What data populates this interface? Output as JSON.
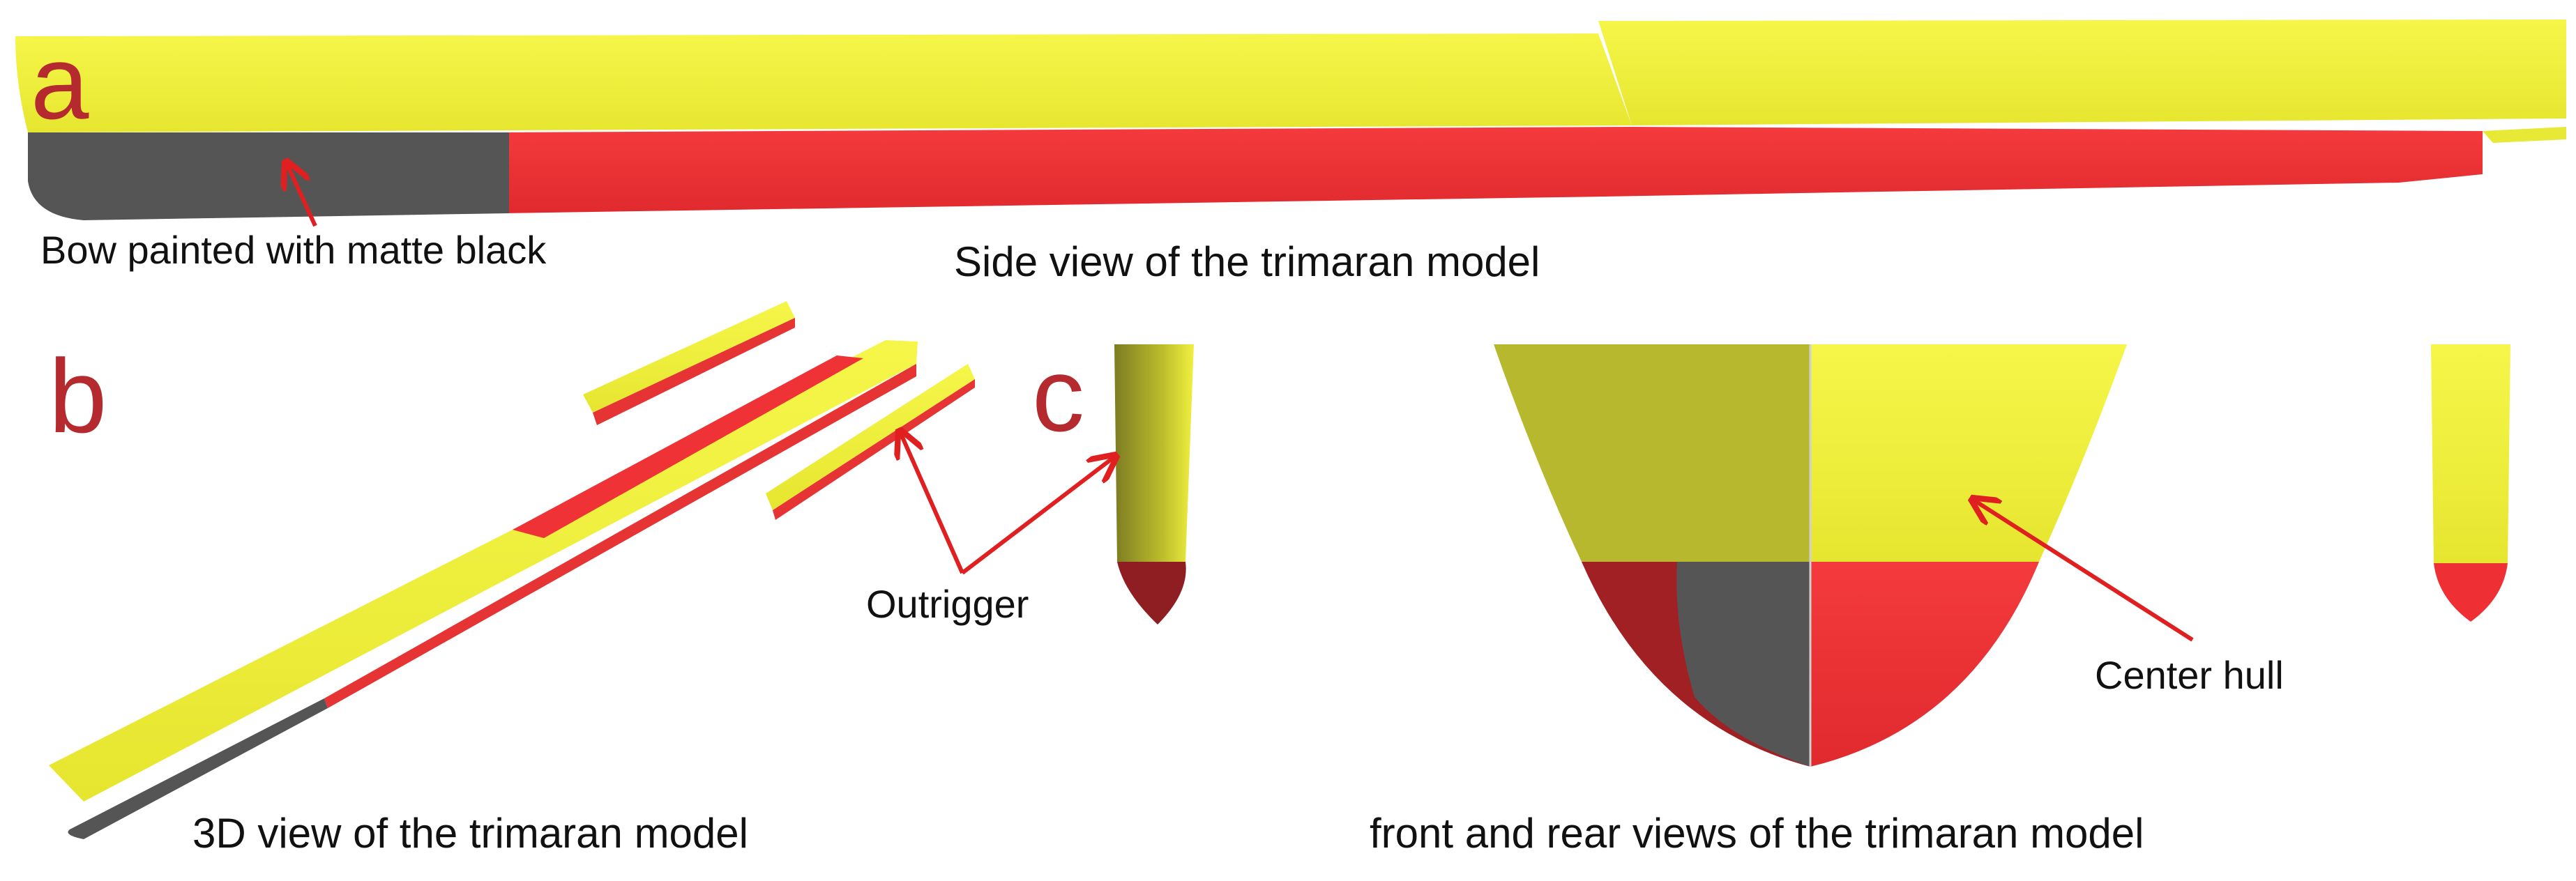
{
  "panels": {
    "a": {
      "letter": "a",
      "caption": "Side view of the trimaran model",
      "annotation": "Bow painted with matte black"
    },
    "b": {
      "letter": "b",
      "caption": "3D view of the trimaran model"
    },
    "c": {
      "letter": "c",
      "caption": "front and rear views of the trimaran model",
      "annotation_outrigger": "Outrigger",
      "annotation_center": "Center hull"
    }
  },
  "colors": {
    "deck_yellow": "#f2f23a",
    "hull_red": "#f03236",
    "bow_gray": "#545454",
    "arrow_red": "#e02020",
    "letter_red": "#b52a2e"
  }
}
